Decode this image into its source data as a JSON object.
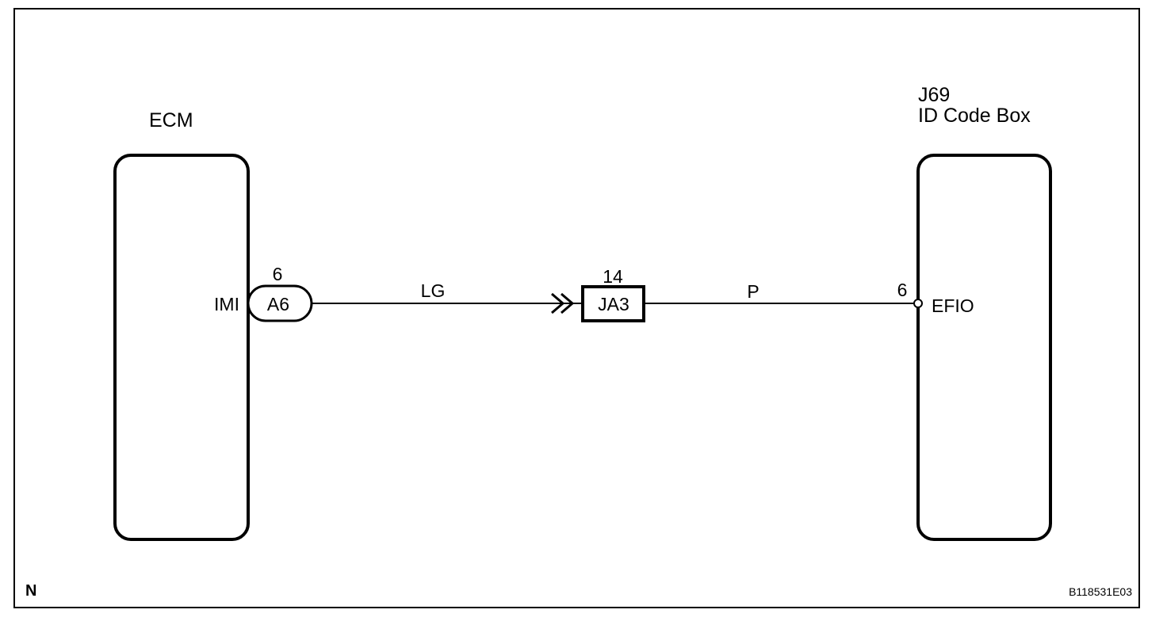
{
  "ecm": {
    "name": "ECM",
    "pin_name": "IMI",
    "connector_pin": "6",
    "connector_id": "A6"
  },
  "wire_left": {
    "color_code": "LG"
  },
  "junction": {
    "pin": "14",
    "id": "JA3"
  },
  "wire_right": {
    "color_code": "P"
  },
  "id_code_box": {
    "part_code": "J69",
    "name": "ID Code Box",
    "pin": "6",
    "pin_name": "EFIO"
  },
  "footer": {
    "left_mark": "N",
    "figure_code": "B118531E03"
  },
  "colors": {
    "line": "#000000",
    "background": "#ffffff"
  }
}
